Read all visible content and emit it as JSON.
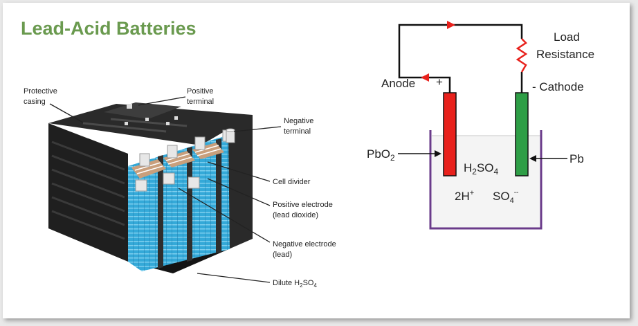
{
  "title": "Lead-Acid Batteries",
  "left_diagram": {
    "labels": {
      "protective_casing_1": "Protective",
      "protective_casing_2": "casing",
      "positive_terminal_1": "Positive",
      "positive_terminal_2": "terminal",
      "negative_terminal_1": "Negative",
      "negative_terminal_2": "terminal",
      "cell_divider": "Cell divider",
      "positive_electrode_1": "Positive electrode",
      "positive_electrode_2": "(lead dioxide)",
      "negative_electrode_1": "Negative electrode",
      "negative_electrode_2": "(lead)",
      "dilute_prefix": "Dilute H",
      "dilute_sub1": "2",
      "dilute_mid": "SO",
      "dilute_sub2": "4"
    }
  },
  "right_diagram": {
    "labels": {
      "load_1": "Load",
      "load_2": "Resistance",
      "anode": "Anode",
      "plus": "+",
      "cathode": "- Cathode",
      "pbo2_prefix": "PbO",
      "pbo2_sub": "2",
      "pb": "Pb",
      "h2so4_h": "H",
      "h2so4_sub1": "2",
      "h2so4_so": "SO",
      "h2so4_sub2": "4",
      "h_ion": "2H",
      "h_ion_sup": "+",
      "so4_ion": "SO",
      "so4_sub": "4",
      "so4_sup": "--"
    },
    "colors": {
      "anode_electrode": "#e8211c",
      "cathode_electrode": "#2e9e46",
      "container": "#6a3b8a",
      "wire": "#111111",
      "arrow": "#e8211c"
    }
  }
}
